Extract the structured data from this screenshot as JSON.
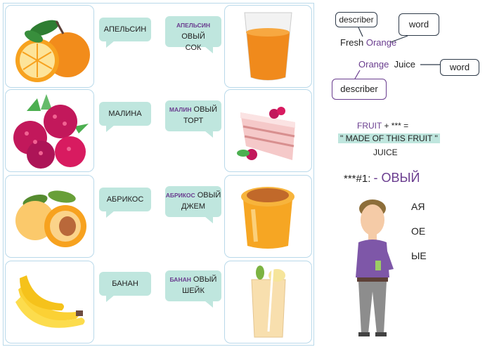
{
  "rows": [
    {
      "word": "АПЕЛЬСИН",
      "root": "АПЕЛЬСИН",
      "suffix": "ОВЫЙ",
      "noun": "СОК"
    },
    {
      "word": "МАЛИНА",
      "root": "МАЛИН",
      "suffix": "ОВЫЙ",
      "noun": "ТОРТ"
    },
    {
      "word": "АБРИКОС",
      "root": "АБРИКОС",
      "suffix": "ОВЫЙ",
      "noun": "ДЖЕМ"
    },
    {
      "word": "БАНАН",
      "root": "БАНАН",
      "suffix": "ОВЫЙ",
      "noun": "ШЕЙК"
    }
  ],
  "explain": {
    "describer_label": "describer",
    "word_label": "word",
    "phrase1_a": "Fresh",
    "phrase1_b": "Orange",
    "phrase2_a": "Orange",
    "phrase2_b": "Juice",
    "formula_fruit": "FRUIT",
    "formula_plus": "+ *** =",
    "formula_highlight": "\" MADE OF THIS FRUIT \"",
    "formula_juice": "JUICE",
    "rule_prefix": "***#1:",
    "rule_suffix": "- ОВЫЙ",
    "endings": [
      "АЯ",
      "ОЕ",
      "ЫЕ"
    ]
  },
  "colors": {
    "bubble": "#bfe6de",
    "border": "#b9d9ea",
    "accent": "#6a3d8f",
    "highlight": "#bfe6de"
  },
  "icons": [
    "orange-icon",
    "raspberry-icon",
    "apricot-icon",
    "banana-icon",
    "juice-glass-icon",
    "cake-slice-icon",
    "jam-jar-icon",
    "shake-glass-icon",
    "teacher-figure-icon"
  ]
}
